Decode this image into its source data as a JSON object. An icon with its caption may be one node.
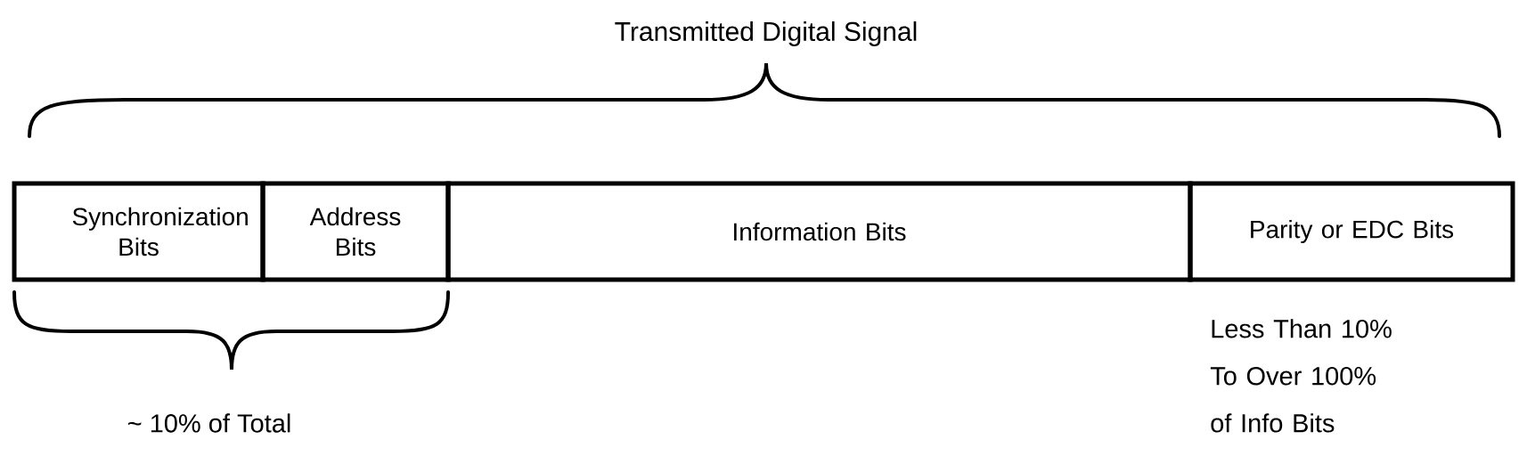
{
  "diagram": {
    "title": "Transmitted Digital Signal",
    "nodes": [
      {
        "text": [
          "Synchronization Bits"
        ]
      },
      {
        "text": [
          "Address Bits"
        ]
      },
      {
        "text": [
          "Information Bits"
        ]
      },
      {
        "text": [
          "Parity or EDC Bits"
        ]
      }
    ],
    "labels": [
      "~ 10% of Total",
      "Less Than 10% To Over 100% of Info Bits"
    ]
  }
}
